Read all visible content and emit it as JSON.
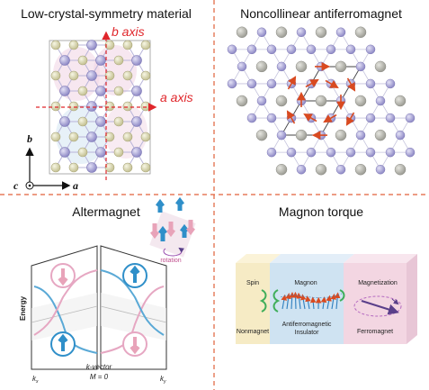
{
  "panels": {
    "top_left": {
      "title": "Low-crystal-symmetry material",
      "b_axis_label": "b axis",
      "a_axis_label": "a axis",
      "coord_b": "b",
      "coord_a": "a",
      "coord_c": "c"
    },
    "top_right": {
      "title": "Noncollinear antiferromagnet"
    },
    "bottom_left": {
      "title": "Altermagnet",
      "rotation_label": "rotation",
      "y_label": "Energy",
      "x_label": "k-vector",
      "m_label": "M = 0",
      "kx": "k",
      "kx_sub": "x",
      "ky": "k",
      "ky_sub": "y"
    },
    "bottom_right": {
      "title": "Magnon torque",
      "spin": "Spin",
      "magnon": "Magnon",
      "magnetization": "Magnetization",
      "nonmagnet": "Nonmagnet",
      "afm_line1": "Antiferromagnetic",
      "afm_line2": "Insulator",
      "ferromagnet": "Ferromagnet"
    }
  },
  "colors": {
    "divider": "#e0603a",
    "red_axis": "#e0262b",
    "atom_purple": "#a39fd1",
    "atom_beige": "#dcd9b4",
    "atom_gray": "#b3b3ab",
    "spin_blue": "#2f8fc9",
    "spin_pink": "#e8a3b9",
    "band_blue": "#5aa9d6",
    "band_pink": "#e6a7c2",
    "block_yellow": "#f6ebc5",
    "block_blue": "#cfe3f2",
    "block_pink": "#f3d6e2"
  }
}
